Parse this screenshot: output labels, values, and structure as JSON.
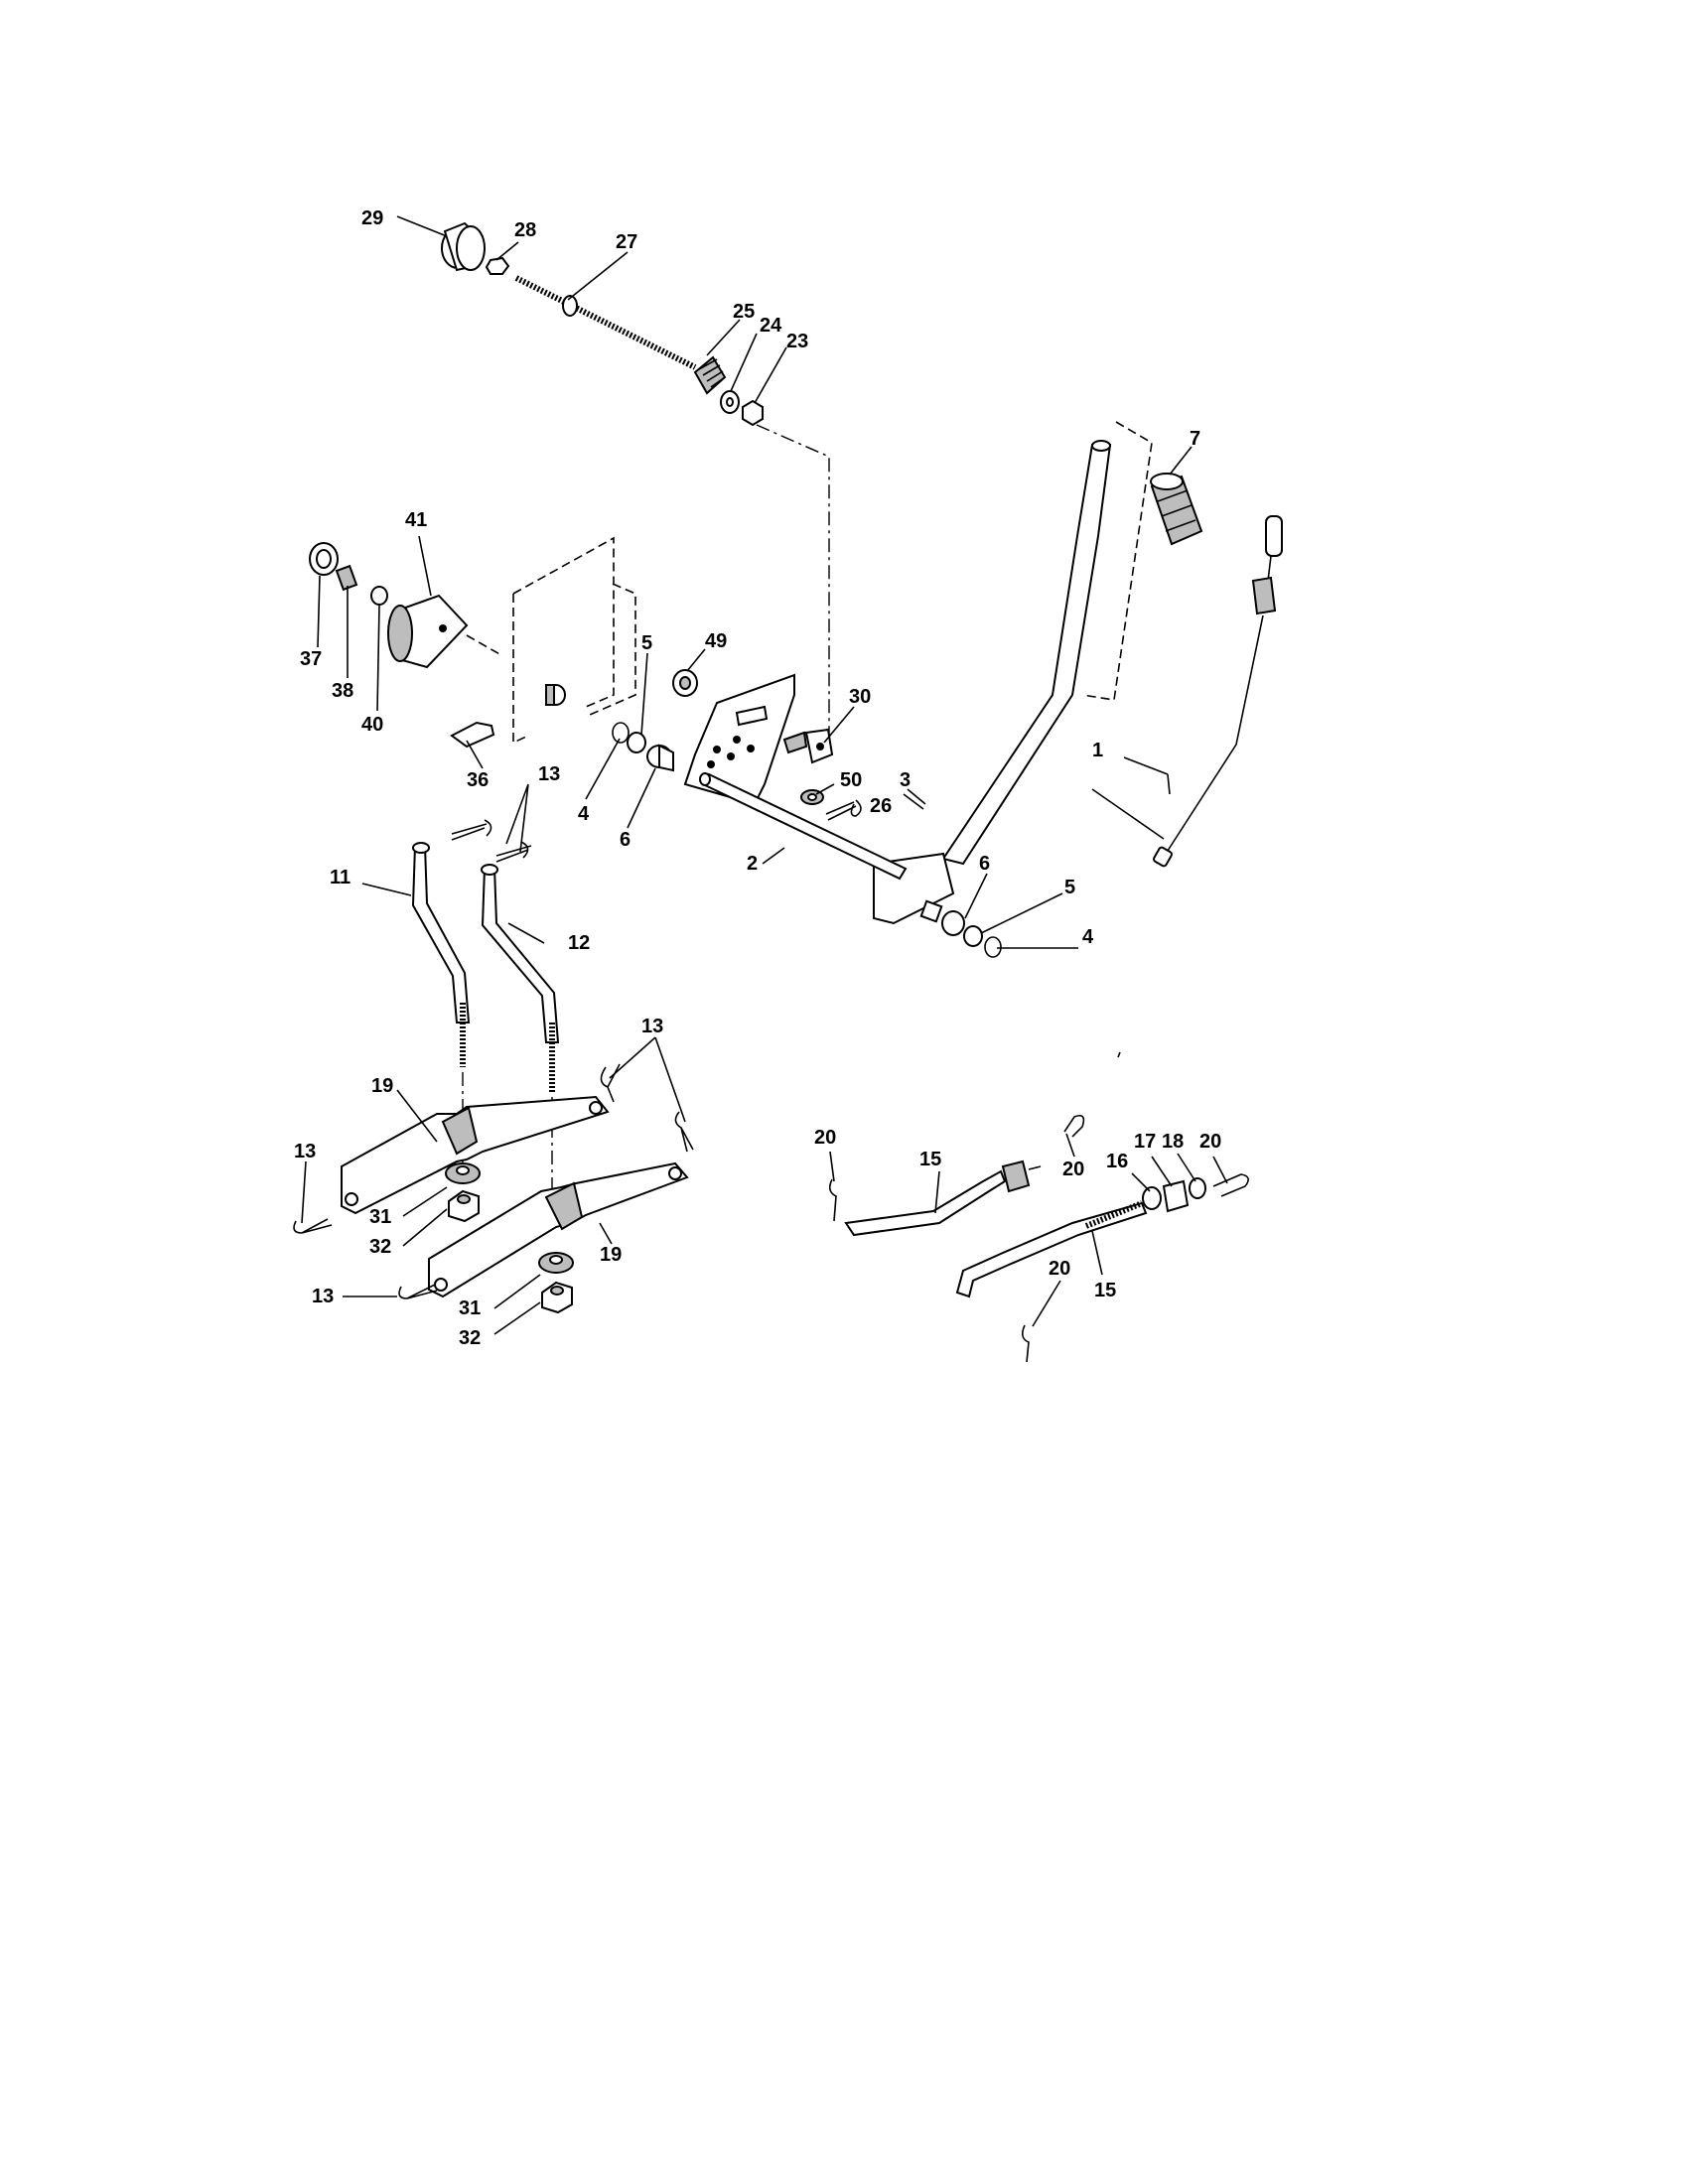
{
  "diagram": {
    "callouts": [
      {
        "id": "c29",
        "text": "29"
      },
      {
        "id": "c28",
        "text": "28"
      },
      {
        "id": "c27",
        "text": "27"
      },
      {
        "id": "c25",
        "text": "25"
      },
      {
        "id": "c24",
        "text": "24"
      },
      {
        "id": "c23",
        "text": "23"
      },
      {
        "id": "c7",
        "text": "7"
      },
      {
        "id": "c41",
        "text": "41"
      },
      {
        "id": "c37",
        "text": "37"
      },
      {
        "id": "c38",
        "text": "38"
      },
      {
        "id": "c40",
        "text": "40"
      },
      {
        "id": "c5a",
        "text": "5"
      },
      {
        "id": "c49",
        "text": "49"
      },
      {
        "id": "c30",
        "text": "30"
      },
      {
        "id": "c36",
        "text": "36"
      },
      {
        "id": "c4a",
        "text": "4"
      },
      {
        "id": "c6a",
        "text": "6"
      },
      {
        "id": "c50",
        "text": "50"
      },
      {
        "id": "c3",
        "text": "3"
      },
      {
        "id": "c26",
        "text": "26"
      },
      {
        "id": "c1",
        "text": "1"
      },
      {
        "id": "c13a",
        "text": "13"
      },
      {
        "id": "c11",
        "text": "11"
      },
      {
        "id": "c12",
        "text": "12"
      },
      {
        "id": "c2",
        "text": "2"
      },
      {
        "id": "c6b",
        "text": "6"
      },
      {
        "id": "c5b",
        "text": "5"
      },
      {
        "id": "c4b",
        "text": "4"
      },
      {
        "id": "c19a",
        "text": "19"
      },
      {
        "id": "c13b",
        "text": "13"
      },
      {
        "id": "c13c",
        "text": "13"
      },
      {
        "id": "c31a",
        "text": "31"
      },
      {
        "id": "c32a",
        "text": "32"
      },
      {
        "id": "c19b",
        "text": "19"
      },
      {
        "id": "c13d",
        "text": "13"
      },
      {
        "id": "c31b",
        "text": "31"
      },
      {
        "id": "c32b",
        "text": "32"
      },
      {
        "id": "c20a",
        "text": "20"
      },
      {
        "id": "c15a",
        "text": "15"
      },
      {
        "id": "c20b",
        "text": "20"
      },
      {
        "id": "c16",
        "text": "16"
      },
      {
        "id": "c17",
        "text": "17"
      },
      {
        "id": "c18",
        "text": "18"
      },
      {
        "id": "c20c",
        "text": "20"
      },
      {
        "id": "c20d",
        "text": "20"
      },
      {
        "id": "c15b",
        "text": "15"
      }
    ]
  }
}
